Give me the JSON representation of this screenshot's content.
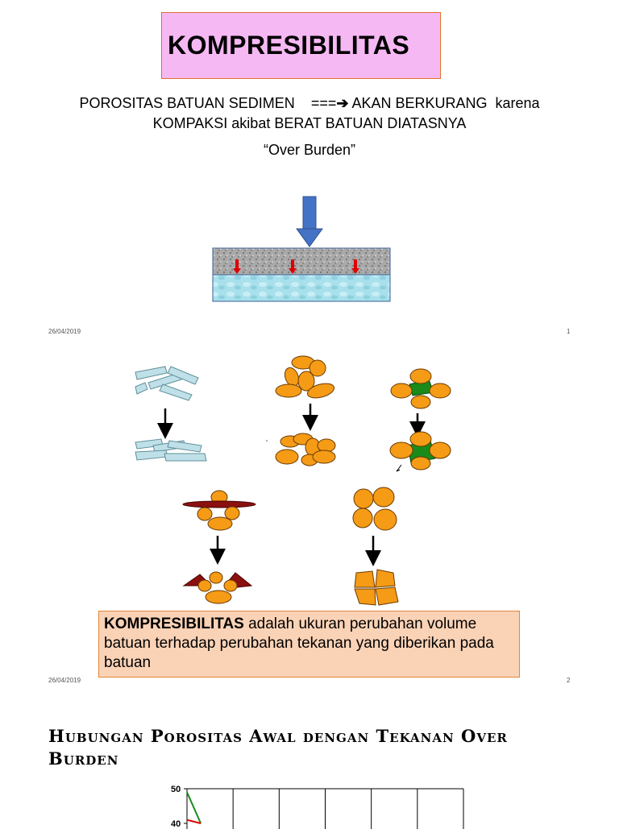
{
  "slide1": {
    "title": "KOMPRESIBILITAS",
    "line1_a": "POROSITAS BATUAN SEDIMEN    ===",
    "arrow_glyph": "➔",
    "line1_b": " AKAN BERKURANG  karena",
    "line2": "KOMPAKSI akibat  BERAT BATUAN DIATASNYA",
    "line3": "“Over Burden”",
    "date": "26/04/2019",
    "page": "1",
    "colors": {
      "title_bg": "#f6b8f3",
      "top_layer": "#a9a9a9",
      "bottom_layer": "#a8e0ec",
      "arrow_blue": "#4472c4",
      "arrow_red": "#e00000"
    }
  },
  "slide2": {
    "def_bold": "KOMPRESIBILITAS",
    "def_rest": " adalah ukuran perubahan volume batuan terhadap perubahan tekanan yang diberikan pada batuan",
    "date": "26/04/2019",
    "page": "2",
    "colors": {
      "grain": "#f59b16",
      "cement": "#1a8a1a",
      "flake": "#bfe0e8",
      "mica": "#8b1010",
      "def_bg": "#fad2b6"
    }
  },
  "slide3": {
    "title": "Hubungan  Porositas Awal dengan Tekanan Over Burden",
    "chart_data": {
      "type": "line",
      "ytick_labels": [
        "50",
        "40"
      ],
      "series": [
        {
          "color": "#1f8a1f",
          "x": [
            0,
            0.3
          ],
          "y": [
            49,
            40
          ]
        },
        {
          "color": "#e00000",
          "x": [
            0,
            0.3
          ],
          "y": [
            41,
            40
          ]
        }
      ],
      "grid": true
    }
  }
}
